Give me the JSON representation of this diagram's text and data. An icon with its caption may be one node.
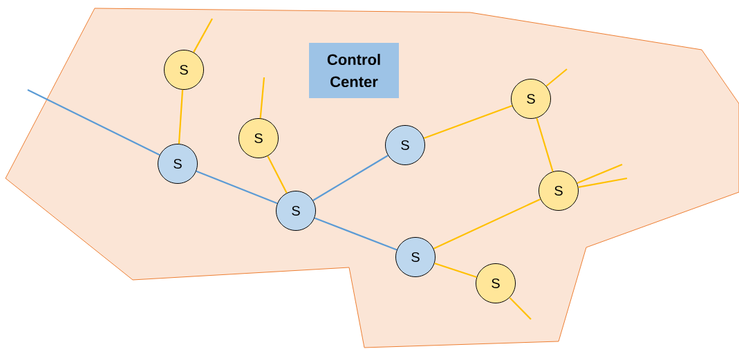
{
  "diagram": {
    "nodes": [
      {
        "text": [],
        "shape": "polygon"
      },
      {
        "text": [
          "Control Center"
        ],
        "in": 0
      },
      {
        "text": [
          "S"
        ],
        "in": 0
      },
      {
        "text": [
          "S"
        ],
        "in": 0
      },
      {
        "text": [
          "S"
        ],
        "in": 0
      },
      {
        "text": [
          "S"
        ],
        "in": 0
      },
      {
        "text": [
          "S"
        ],
        "in": 0
      },
      {
        "text": [
          "S"
        ],
        "in": 0
      },
      {
        "text": [
          "S"
        ],
        "in": 0
      },
      {
        "text": [
          "S"
        ],
        "in": 0
      },
      {
        "text": [
          "S"
        ],
        "in": 0
      }
    ],
    "edges": [
      {
        "from": null,
        "to": 2,
        "arrow": "none",
        "color": "#5b9bd5"
      },
      {
        "from": 2,
        "to": 3,
        "arrow": "none",
        "color": "#5b9bd5"
      },
      {
        "from": 3,
        "to": 4,
        "arrow": "none",
        "color": "#5b9bd5"
      },
      {
        "from": 3,
        "to": 5,
        "arrow": "none",
        "color": "#5b9bd5"
      },
      {
        "from": 6,
        "to": null,
        "arrow": "none"
      },
      {
        "from": 6,
        "to": 2,
        "arrow": "none"
      },
      {
        "from": 7,
        "to": null,
        "arrow": "none"
      },
      {
        "from": 7,
        "to": 3,
        "arrow": "none"
      },
      {
        "from": 4,
        "to": 8,
        "arrow": "none"
      },
      {
        "from": 8,
        "to": null,
        "arrow": "none"
      },
      {
        "from": 8,
        "to": 9,
        "arrow": "none"
      },
      {
        "from": 9,
        "to": null,
        "arrow": "none"
      },
      {
        "from": 9,
        "to": null,
        "arrow": "none"
      },
      {
        "from": 5,
        "to": 9,
        "arrow": "none"
      },
      {
        "from": 5,
        "to": 10,
        "arrow": "none"
      },
      {
        "from": 10,
        "to": null,
        "arrow": "none"
      }
    ]
  }
}
